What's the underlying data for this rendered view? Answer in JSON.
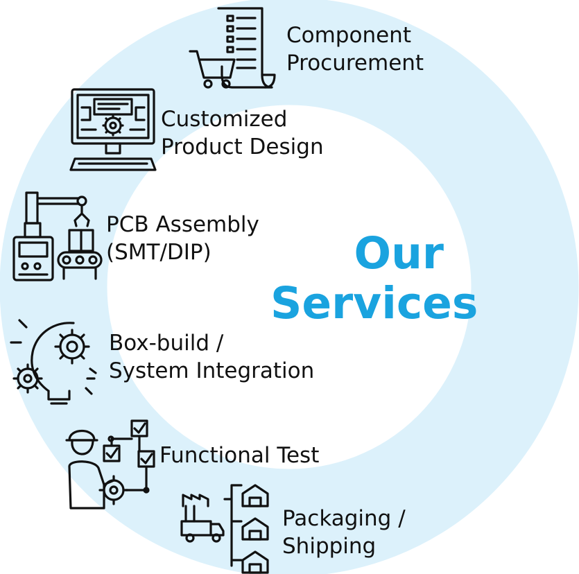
{
  "diagram": {
    "title_lines": [
      "Our",
      "Services"
    ],
    "colors": {
      "ring": "#dcf1fb",
      "title": "#1aa3df",
      "icon_stroke": "#111111",
      "text": "#111111"
    },
    "services": [
      {
        "icon": "shopping-cart-receipt-icon",
        "lines": [
          "Component",
          "Procurement"
        ]
      },
      {
        "icon": "computer-gear-design-icon",
        "lines": [
          "Customized",
          "Product Design"
        ]
      },
      {
        "icon": "assembly-robot-conveyor-icon",
        "lines": [
          "PCB Assembly",
          "(SMT/DIP)"
        ]
      },
      {
        "icon": "gear-lightbulb-icon",
        "lines": [
          "Box-build /",
          "System Integration"
        ]
      },
      {
        "icon": "engineer-checklist-gear-icon",
        "lines": [
          "Functional Test"
        ]
      },
      {
        "icon": "factory-truck-warehouse-icon",
        "lines": [
          "Packaging /",
          "Shipping"
        ]
      }
    ]
  }
}
